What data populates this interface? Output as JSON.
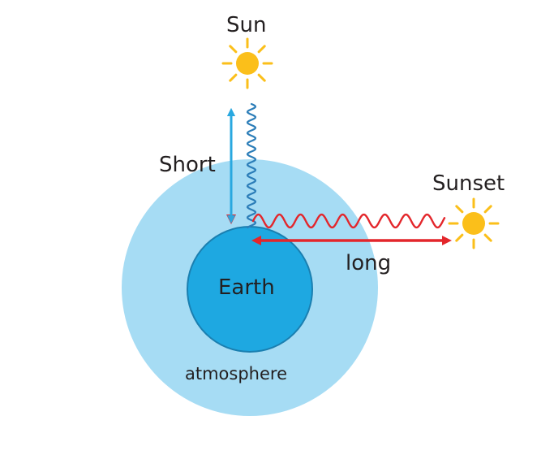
{
  "labels": {
    "sun": "Sun",
    "sunset": "Sunset",
    "short": "Short",
    "long": "long",
    "earth": "Earth",
    "atmosphere": "atmosphere"
  },
  "colors": {
    "atmosphere": "#a6dcf4",
    "earth": "#1ea8e1",
    "earth_outline": "#1a7fb0",
    "sun": "#fbbf1a",
    "short_arrow": "#29a8e0",
    "short_wave": "#2b7db8",
    "long_arrow": "#e3262b",
    "long_wave": "#e3262b"
  },
  "icons": {
    "sun": "sun-icon",
    "sunset": "sun-icon"
  }
}
